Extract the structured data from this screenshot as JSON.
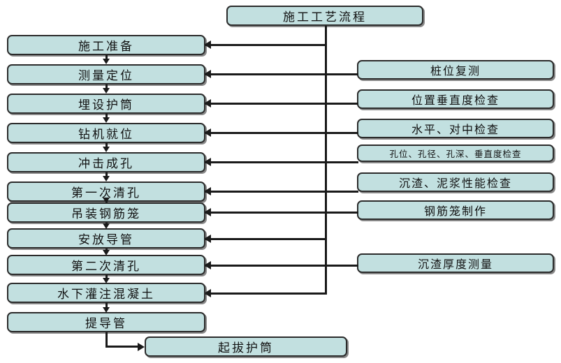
{
  "diagram": {
    "type": "flowchart",
    "title": "施工工艺流程",
    "colors": {
      "node_fill": "#c2e0e0",
      "node_border": "#2b2b2b",
      "connector": "#1a1a1a",
      "background": "#ffffff"
    },
    "title_node": {
      "label": "施工工艺流程"
    },
    "process_steps": [
      {
        "label": "施工准备"
      },
      {
        "label": "测量定位"
      },
      {
        "label": "埋设护筒"
      },
      {
        "label": "钻机就位"
      },
      {
        "label": "冲击成孔"
      },
      {
        "label": "第一次清孔"
      },
      {
        "label": "吊装钢筋笼"
      },
      {
        "label": "安放导管"
      },
      {
        "label": "第二次清孔"
      },
      {
        "label": "水下灌注混凝土"
      },
      {
        "label": "提导管"
      }
    ],
    "check_items": [
      {
        "label": "桩位复测",
        "size": "normal"
      },
      {
        "label": "位置垂直度检查",
        "size": "normal"
      },
      {
        "label": "水平、对中检查",
        "size": "normal"
      },
      {
        "label": "孔位、孔径、孔深、垂直度检查",
        "size": "small"
      },
      {
        "label": "沉渣、泥浆性能检查",
        "size": "normal"
      },
      {
        "label": "钢筋笼制作",
        "size": "normal"
      },
      {
        "label": "沉渣厚度测量",
        "size": "normal"
      }
    ],
    "final_step": {
      "label": "起拔护筒"
    }
  }
}
